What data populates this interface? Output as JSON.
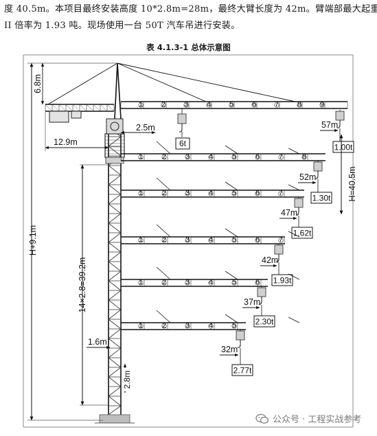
{
  "text": {
    "line1": "度 40.5m。本项目最终安装高度 10*2.8m=28m，最终大臂长度为 42m。臂端部最大起重量",
    "line2": "II 倍率为 1.93 吨。现场使用一台 50T 汽车吊进行安装。"
  },
  "caption": "表 4.1.3-1 总体示意图",
  "diagram": {
    "dims": {
      "mast_head": "6.8m",
      "total_height": "H+9.1m",
      "mast_sections": "14×2.8=39.2m",
      "hook_height": "H=40.5m",
      "counter_jib": "12.9m",
      "trolley_offset": "2.5m",
      "base_offset": "1.6m",
      "section_height": "2.8m"
    },
    "jib_levels": [
      {
        "radius": "57m",
        "load": "1.00t"
      },
      {
        "radius": "52m",
        "load": "1.30t"
      },
      {
        "radius": "47m",
        "load": "1.62t"
      },
      {
        "radius": "42m",
        "load": "1.93t"
      },
      {
        "radius": "37m",
        "load": "2.30t"
      },
      {
        "radius": "32m",
        "load": "2.77t"
      }
    ],
    "near_load": "6t",
    "section_numbers": [
      "1",
      "2",
      "3",
      "4",
      "5",
      "6",
      "7",
      "8",
      "9"
    ]
  },
  "watermark": "公众号 · 工程实战参考"
}
